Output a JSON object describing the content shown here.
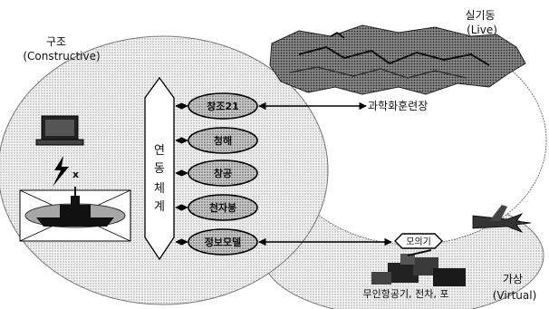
{
  "regions": {
    "constructive": {
      "title": "구조",
      "subtitle": "(Constructive)"
    },
    "live": {
      "title": "실기동",
      "subtitle": "(Live)"
    },
    "virtual": {
      "title": "가상",
      "subtitle": "(Virtual)"
    }
  },
  "hub": {
    "label_chars": [
      "연",
      "동",
      "체",
      "계"
    ]
  },
  "nodes": [
    {
      "id": "n1",
      "label": "창조21"
    },
    {
      "id": "n2",
      "label": "청해"
    },
    {
      "id": "n3",
      "label": "창공"
    },
    {
      "id": "n4",
      "label": "천자봉"
    },
    {
      "id": "n5",
      "label": "정보모델"
    }
  ],
  "live_target": "과학화훈련장",
  "virtual_box": "모의기",
  "virtual_caption": "무인항공기, 전차, 포",
  "link_mark": "x",
  "icons": [
    "computer-icon",
    "lightning-icon",
    "warship-icon",
    "terrain-icon",
    "fighter-jet-icon",
    "armored-vehicles-icon"
  ]
}
